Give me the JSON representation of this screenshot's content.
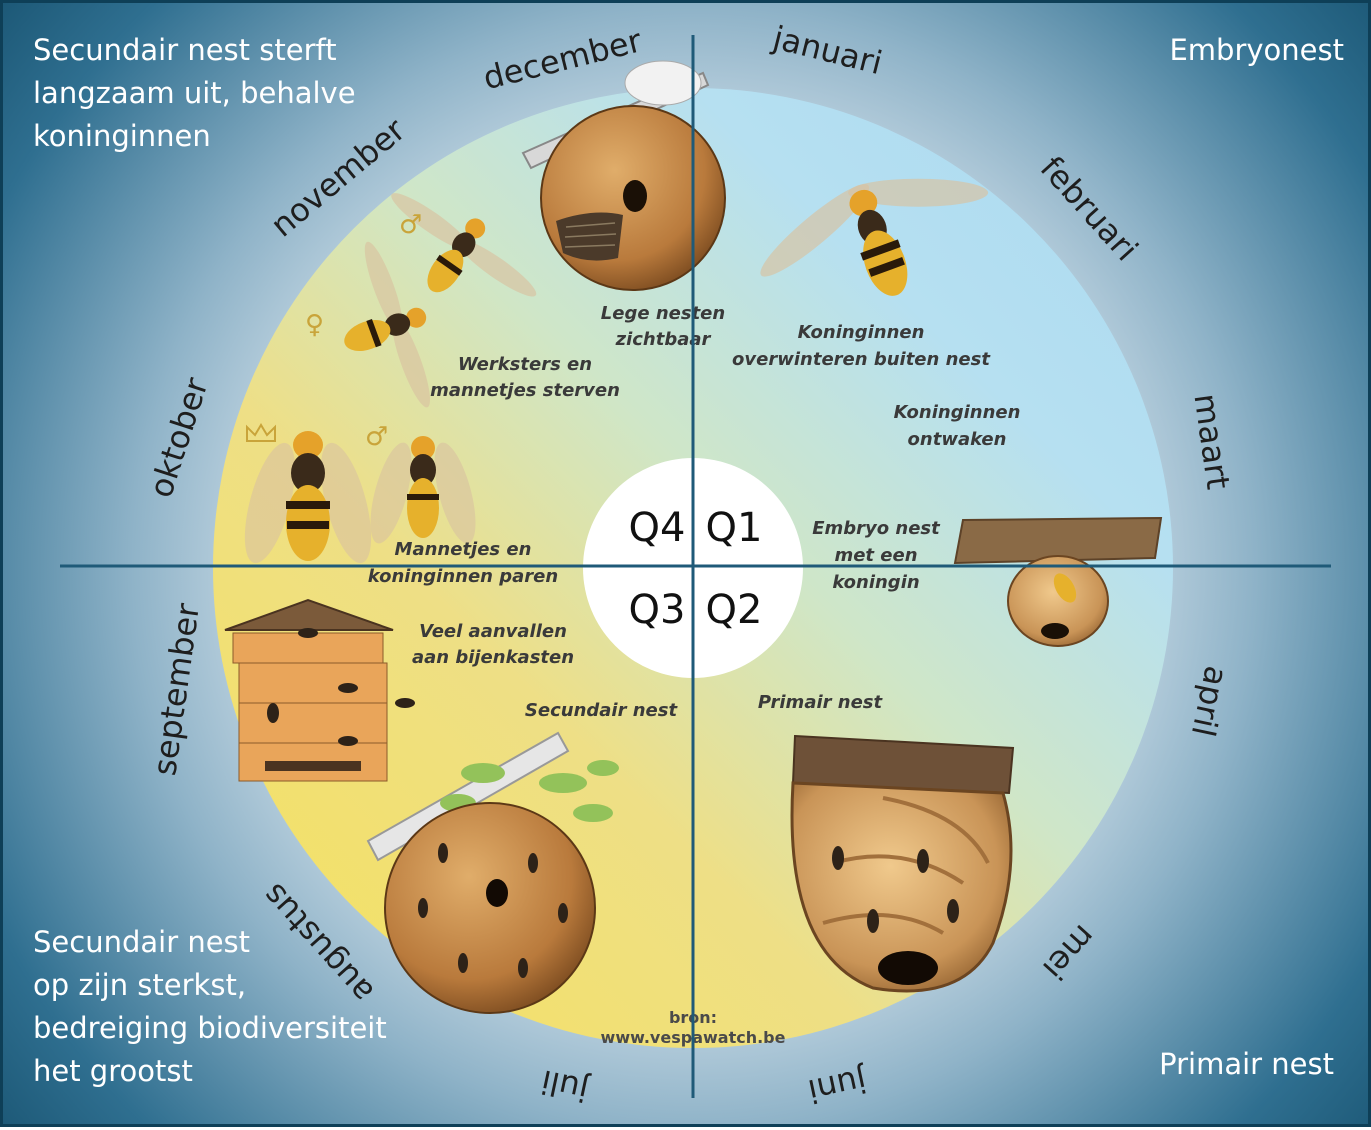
{
  "corners": {
    "top_left": [
      "Secundair nest sterft",
      "langzaam uit, behalve",
      "koninginnen"
    ],
    "top_right": "Embryonest",
    "bottom_left": [
      "Secundair nest",
      "op zijn sterkst,",
      "bedreiging biodiversiteit",
      "het grootst"
    ],
    "bottom_right": "Primair nest"
  },
  "months": [
    "januari",
    "februari",
    "maart",
    "april",
    "mei",
    "juni",
    "juli",
    "augustus",
    "september",
    "oktober",
    "november",
    "december"
  ],
  "quadrants": [
    "Q1",
    "Q2",
    "Q3",
    "Q4"
  ],
  "annotations": {
    "lege_nesten": [
      "Lege nesten",
      "zichtbaar"
    ],
    "overwinteren": [
      "Koninginnen",
      "overwinteren buiten nest"
    ],
    "ontwaken": [
      "Koninginnen",
      "ontwaken"
    ],
    "embryo": [
      "Embryo nest",
      "met een",
      "koningin"
    ],
    "primair": "Primair nest",
    "secundair": "Secundair nest",
    "bijenkasten": [
      "Veel aanvallen",
      "aan bijenkasten"
    ],
    "paren": [
      "Mannetjes en",
      "koninginnen paren"
    ],
    "sterven": [
      "Werksters en",
      "mannetjes sterven"
    ],
    "bron": [
      "bron:",
      "www.vespawatch.be"
    ]
  },
  "symbols": {
    "male": "♂",
    "female": "♀"
  },
  "colors": {
    "wheel_warm": "#f5e06a",
    "wheel_cool": "#bde3f3",
    "divider": "#1f5a78",
    "corner_text": "#ffffff"
  }
}
